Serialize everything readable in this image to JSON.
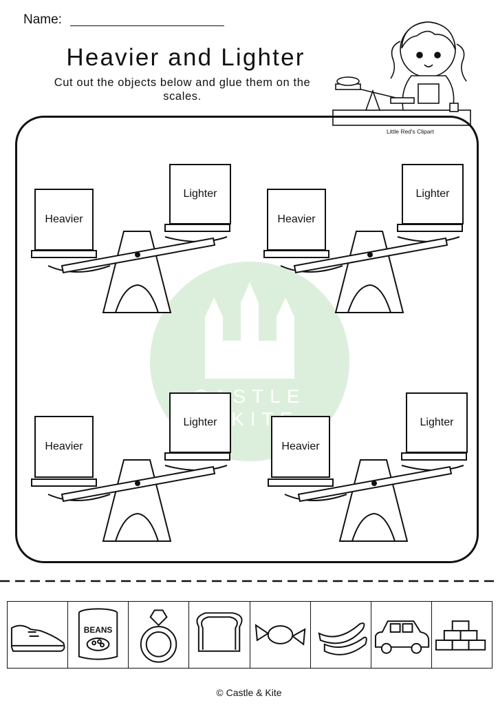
{
  "header": {
    "name_label": "Name:",
    "title": "Heavier and Lighter",
    "instructions": "Cut out the objects below and glue them on the scales.",
    "clipart_credit": "Little Red's Clipart"
  },
  "scales": [
    {
      "heavier_label": "Heavier",
      "lighter_label": "Lighter"
    },
    {
      "heavier_label": "Heavier",
      "lighter_label": "Lighter"
    },
    {
      "heavier_label": "Heavier",
      "lighter_label": "Lighter"
    },
    {
      "heavier_label": "Heavier",
      "lighter_label": "Lighter"
    }
  ],
  "watermark": {
    "line1": "CASTLE",
    "line2": "& KITE",
    "color": "#dcefdc"
  },
  "cutouts": [
    {
      "icon": "shoe-icon"
    },
    {
      "icon": "beans-can-icon",
      "label": "BEANS"
    },
    {
      "icon": "ring-icon"
    },
    {
      "icon": "bread-icon"
    },
    {
      "icon": "candy-icon"
    },
    {
      "icon": "bananas-icon"
    },
    {
      "icon": "toy-car-icon"
    },
    {
      "icon": "bricks-icon"
    }
  ],
  "footer": {
    "copyright": "© Castle & Kite"
  }
}
